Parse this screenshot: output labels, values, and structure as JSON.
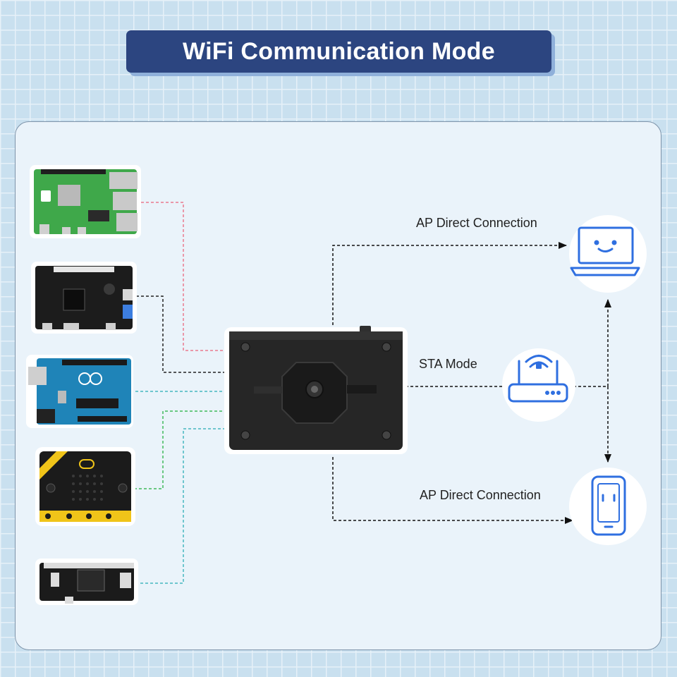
{
  "title": "WiFi Communication Mode",
  "labels": {
    "ap_top": "AP Direct Connection",
    "sta": "STA Mode",
    "ap_bottom": "AP Direct Connection"
  },
  "boards": [
    {
      "name": "raspberry-pi-board",
      "line_color": "#e97b8e"
    },
    {
      "name": "controller-board",
      "line_color": "#222222"
    },
    {
      "name": "arduino-uno-board",
      "line_color": "#45b7bf"
    },
    {
      "name": "microbit-board",
      "line_color": "#3fba5a"
    },
    {
      "name": "esp32-board",
      "line_color": "#45b7bf"
    }
  ],
  "icons": {
    "laptop": "laptop-icon",
    "router": "router-icon",
    "phone": "phone-icon",
    "module": "wifi-camera-module"
  },
  "colors": {
    "title_bg": "#2c4580",
    "accent_blue": "#2f6fe0",
    "panel_bg": "#eaf3fa"
  }
}
